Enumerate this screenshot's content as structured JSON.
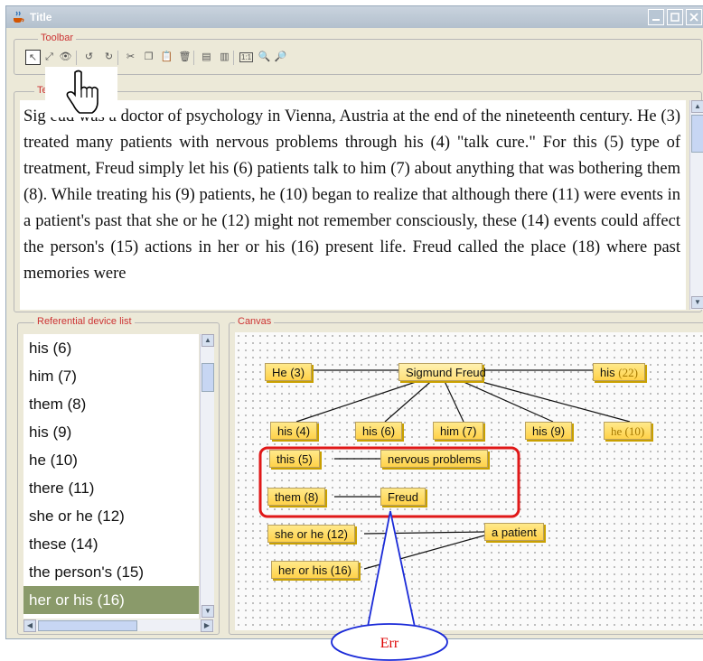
{
  "window": {
    "title": "Title"
  },
  "toolbar": {
    "legend": "Toolbar",
    "buttons": [
      {
        "name": "select-tool",
        "glyph": "↖"
      },
      {
        "name": "link-tool",
        "glyph": "⤢"
      },
      {
        "name": "find-tool",
        "glyph": "👁"
      },
      {
        "name": "undo",
        "glyph": "↺"
      },
      {
        "name": "redo",
        "glyph": "↻"
      },
      {
        "name": "cut",
        "glyph": "✂"
      },
      {
        "name": "copy",
        "glyph": "❐"
      },
      {
        "name": "paste",
        "glyph": "📋"
      },
      {
        "name": "delete",
        "glyph": "🗑"
      },
      {
        "name": "align-left",
        "glyph": "▤"
      },
      {
        "name": "align-right",
        "glyph": "▥"
      },
      {
        "name": "zoom-actual",
        "glyph": "1:1"
      },
      {
        "name": "zoom-in",
        "glyph": "🔍"
      },
      {
        "name": "zoom-out",
        "glyph": "🔎"
      }
    ]
  },
  "text_panel": {
    "legend": "Te",
    "body": "Sig          eud was a doctor of psychology in Vienna, Austria at the end of the nineteenth century. He (3) treated many patients with nervous problems through his (4) \"talk cure.\" For this (5) type of treatment, Freud simply let his (6) patients talk to him (7) about anything that was bothering them (8). While treating his (9) patients, he (10) began to realize that although there (11) were events in a patient's past that she or he (12) might not remember consciously, these (14) events could affect the person's (15) actions in her or his (16) present life. Freud called the place (18) where past memories were"
  },
  "ref_list": {
    "legend": "Referential device list",
    "items": [
      {
        "label": "his (6)"
      },
      {
        "label": "him (7)"
      },
      {
        "label": "them (8)"
      },
      {
        "label": "his (9)"
      },
      {
        "label": "he (10)"
      },
      {
        "label": "there (11)"
      },
      {
        "label": "she or he (12)"
      },
      {
        "label": "these (14)"
      },
      {
        "label": "the person's (15)"
      },
      {
        "label": "her or his (16)",
        "selected": true
      }
    ]
  },
  "canvas": {
    "legend": "Canvas",
    "nodes": {
      "he3": "He (3)",
      "freud_central": "Sigmund Freud",
      "his22_word": "his",
      "his22_num": "(22)",
      "his4": "his (4)",
      "his6": "his (6)",
      "him7": "him (7)",
      "his9": "his (9)",
      "he10": "he  (10)",
      "this5": "this (5)",
      "nervous": "nervous problems",
      "them8": "them (8)",
      "freud": "Freud",
      "sheorhe12": "she or he (12)",
      "patient": "a patient",
      "herorhis16": "her or his (16)"
    }
  },
  "annotation": {
    "label": "Err",
    "color": "#dd0000"
  },
  "colors": {
    "highlight_box": "#e01818",
    "callout": "#1a2ad8",
    "node_fill": "#ffd24a",
    "selection": "#8a9a6a"
  }
}
